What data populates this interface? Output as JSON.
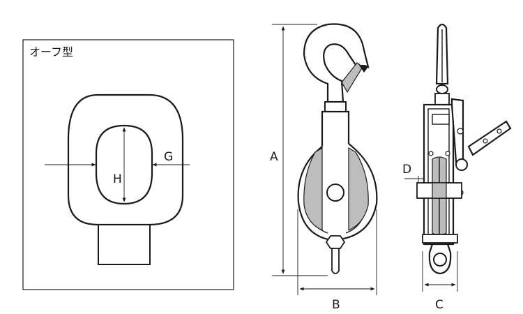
{
  "inset": {
    "title": "オーフ型",
    "labels": {
      "g": "G",
      "h": "H"
    }
  },
  "dimensions": {
    "a": "A",
    "b": "B",
    "c": "C",
    "d": "D"
  }
}
